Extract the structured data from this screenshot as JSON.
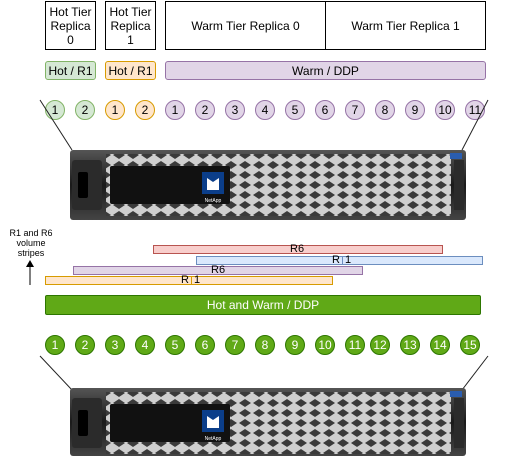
{
  "top": {
    "headers": [
      {
        "label": "Hot Tier\nReplica\n0"
      },
      {
        "label": "Hot Tier\nReplica\n1"
      },
      {
        "label": "Warm Tier Replica 0"
      },
      {
        "label": "Warm Tier Replica 1"
      }
    ],
    "groups": [
      {
        "label": "Hot / R1"
      },
      {
        "label": "Hot / R1"
      },
      {
        "label": "Warm / DDP"
      }
    ],
    "disks": [
      "1",
      "2",
      "1",
      "2",
      "1",
      "2",
      "3",
      "4",
      "5",
      "6",
      "7",
      "8",
      "9",
      "10",
      "11"
    ]
  },
  "bottom": {
    "note": "R1 and R6\nvolume\nstripes",
    "stripes": [
      {
        "label": "R6"
      },
      {
        "label_left": "R",
        "label_right": "1"
      },
      {
        "label": "R6"
      },
      {
        "label_left": "R",
        "label_right": "1"
      }
    ],
    "pool_label": "Hot and Warm / DDP",
    "disks": [
      "1",
      "2",
      "3",
      "4",
      "5",
      "6",
      "7",
      "8",
      "9",
      "10",
      "11",
      "12",
      "13",
      "14",
      "15"
    ]
  },
  "enclosure": {
    "logo_text": "NetApp"
  },
  "colors": {
    "hot0": "#d5e8d4",
    "hot1": "#ffe6cc",
    "warm": "#e1d5e7",
    "pool": "#60a917",
    "r6_red": "#f8cecc",
    "r1_blue": "#dae8fc"
  }
}
